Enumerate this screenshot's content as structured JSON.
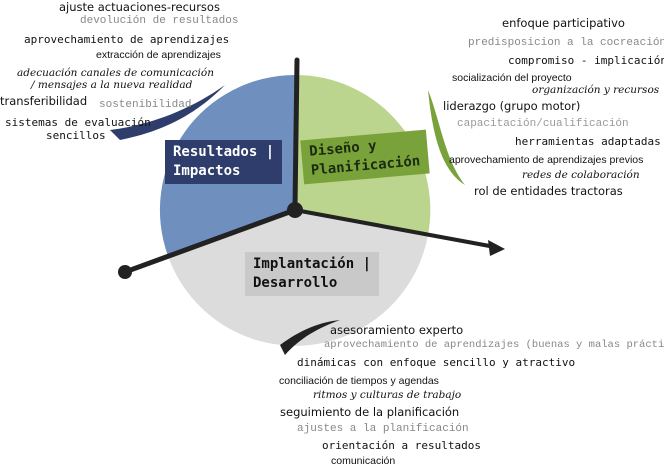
{
  "colors": {
    "results": "#6f8fbf",
    "design": "#b9d38a",
    "implementation": "#d9d9d9",
    "results_label": "#2e3d6b",
    "design_label": "#79a33a",
    "implementation_label": "#c9c9c9"
  },
  "sectors": {
    "results": {
      "line1": "Resultados |",
      "line2": "Impactos"
    },
    "design": {
      "line1": "Diseño y",
      "line2": "Planificación"
    },
    "implementation": {
      "line1": "Implantación |",
      "line2": "Desarrollo"
    }
  },
  "results_items": [
    "ajuste actuaciones-recursos",
    "devolución de resultados",
    "aprovechamiento de aprendizajes",
    "extracción de aprendizajes",
    "adecuación canales de comunicación",
    "/ mensajes a la nueva realidad",
    "transferibilidad",
    "sostenibilidad",
    "sistemas de evaluación",
    "sencillos"
  ],
  "design_items": [
    "enfoque participativo",
    "predisposicion a la cocreación",
    "compromiso - implicación",
    "socialización del proyecto",
    "organización y recursos",
    "liderazgo (grupo motor)",
    "capacitación/cualificación",
    "herramientas adaptadas",
    "aprovechamiento de aprendizajes previos",
    "redes de colaboración",
    "rol de entidades tractoras"
  ],
  "implementation_items": [
    "asesoramiento experto",
    "aprovechamiento de aprendizajes (buenas y malas prácticas)",
    "dinámicas con enfoque sencillo y atractivo",
    "conciliación de tiempos y agendas",
    "ritmos y culturas de trabajo",
    "seguimiento de la planificación",
    "ajustes a la planificación",
    "orientación a resultados",
    "comunicación"
  ]
}
